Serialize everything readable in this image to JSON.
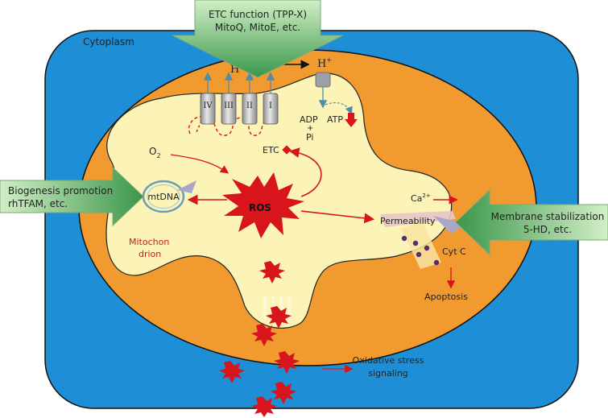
{
  "cytoplasm_label": "Cytoplasm",
  "arrows": {
    "etc": {
      "line1": "ETC function (TPP-X)",
      "line2": "MitoQ, MitoE, etc."
    },
    "biogenesis": {
      "line1": "Biogenesis promotion",
      "line2": "rhTFAM, etc."
    },
    "membrane": {
      "line1": "Membrane stabilization",
      "line2": "5-HD, etc."
    }
  },
  "complexes": [
    "IV",
    "III",
    "II",
    "I"
  ],
  "labels": {
    "h_plus_base": "H",
    "h_plus_sup": "+",
    "adp": "ADP",
    "plus": "+",
    "pi": "Pi",
    "atp": "ATP",
    "o2_base": "O",
    "o2_sub": "2",
    "etc": "ETC",
    "mtdna": "mtDNA",
    "ros": "ROS",
    "ca_base": "Ca",
    "ca_sup": "2+",
    "permeability": "Permeability",
    "cyt_c": "Cyt C",
    "apoptosis": "Apoptosis",
    "mito_line1": "Mitochon",
    "mito_line2": "drion",
    "oxidative_line1": "Oxidative stress",
    "oxidative_line2": "signaling"
  },
  "colors": {
    "cytoplasm": "#1e8ed6",
    "mito_outer": "#f09a30",
    "matrix": "#fbf4b6",
    "arrow_green_light": "#bfe3b4",
    "arrow_green_dark": "#3b9a4a",
    "ros_red": "#d8141c",
    "cyt_c": "#5a2a6a"
  }
}
